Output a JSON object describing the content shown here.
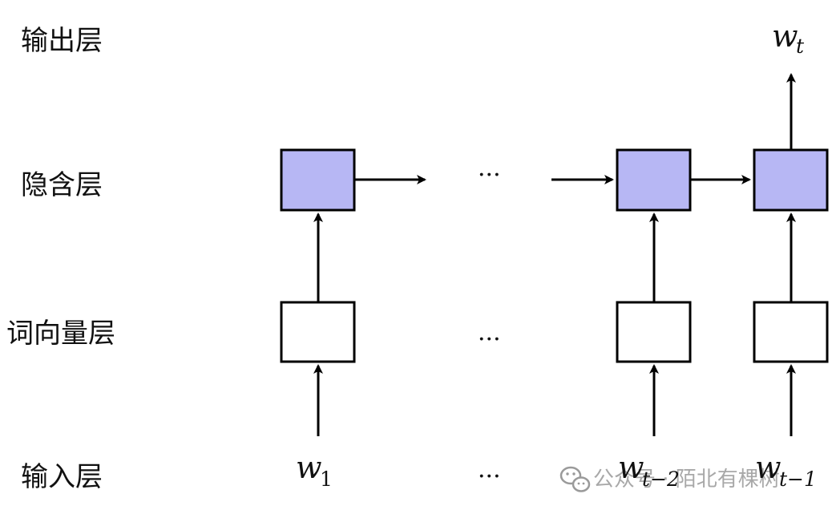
{
  "layers": {
    "output": "输出层",
    "hidden": "隐含层",
    "embedding": "词向量层",
    "input": "输入层"
  },
  "tokens": {
    "w1": {
      "base": "w",
      "sub": "1"
    },
    "wt2": {
      "base": "w",
      "sub": "t−2"
    },
    "wt1": {
      "base": "w",
      "sub": "t−1"
    },
    "wt": {
      "base": "w",
      "sub": "t"
    }
  },
  "ellipsis": "···",
  "watermark": {
    "text": "公众号 · 陌北有棵树",
    "icon": "wechat-icon"
  },
  "colors": {
    "hidden_fill": "#b7b7f4",
    "embedding_fill": "#ffffff",
    "stroke": "#000000",
    "watermark": "#9a9a9a"
  }
}
